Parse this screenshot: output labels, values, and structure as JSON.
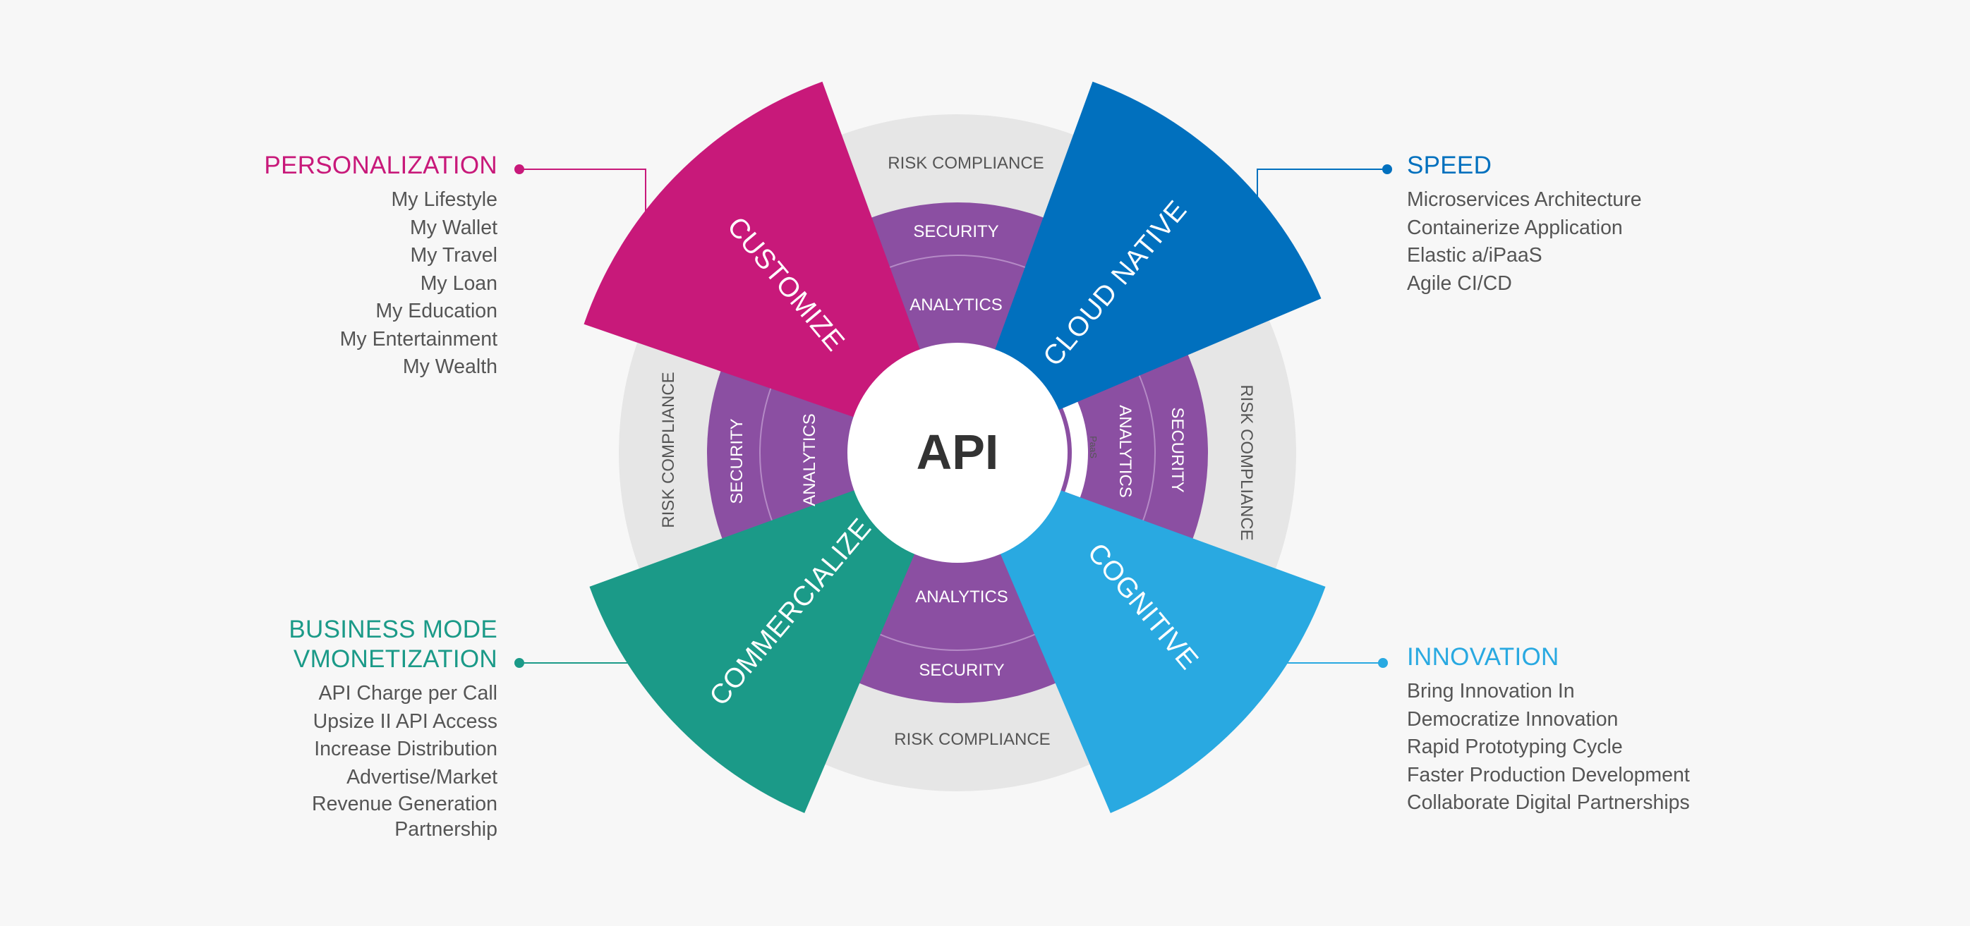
{
  "center": {
    "label": "API"
  },
  "rings": {
    "risk_compliance": "RISK COMPLIANCE",
    "security": "SECURITY",
    "analytics": "ANALYTICS",
    "paas": "PaaS"
  },
  "wedges": [
    {
      "label": "CUSTOMIZE",
      "color": "#c8197a"
    },
    {
      "label": "CLOUD NATIVE",
      "color": "#0170be"
    },
    {
      "label": "COGNITIVE",
      "color": "#29a9e1"
    },
    {
      "label": "COMMERCIALIZE",
      "color": "#1b9a88"
    }
  ],
  "panels": {
    "personalization": {
      "title": "PERSONALIZATION",
      "color": "#c8197a",
      "items": [
        "My Lifestyle",
        "My Wallet",
        "My Travel",
        "My Loan",
        "My Education",
        "My Entertainment",
        "My Wealth"
      ]
    },
    "speed": {
      "title": "SPEED",
      "color": "#0170be",
      "items": [
        "Microservices Architecture",
        "Containerize Application",
        "Elastic a/iPaaS",
        "Agile CI/CD"
      ]
    },
    "business": {
      "title_line1": "BUSINESS MODE",
      "title_line2": "VMONETIZATION",
      "color": "#1b9a88",
      "items": [
        "API Charge per Call",
        "Upsize II API Access",
        "Increase Distribution",
        "Advertise/Market",
        "Revenue Generation",
        "Partnership"
      ]
    },
    "innovation": {
      "title": "INNOVATION",
      "color": "#29a9e1",
      "items": [
        "Bring Innovation In",
        "Democratize Innovation",
        "Rapid Prototyping Cycle",
        "Faster Production Development",
        "Collaborate Digital Partnerships"
      ]
    }
  },
  "colors": {
    "outer_ring": "#e6e6e6",
    "security_ring": "#8b4fa2",
    "divider": "#b58ac6",
    "center_text": "#333333",
    "background": "#f7f7f7"
  }
}
